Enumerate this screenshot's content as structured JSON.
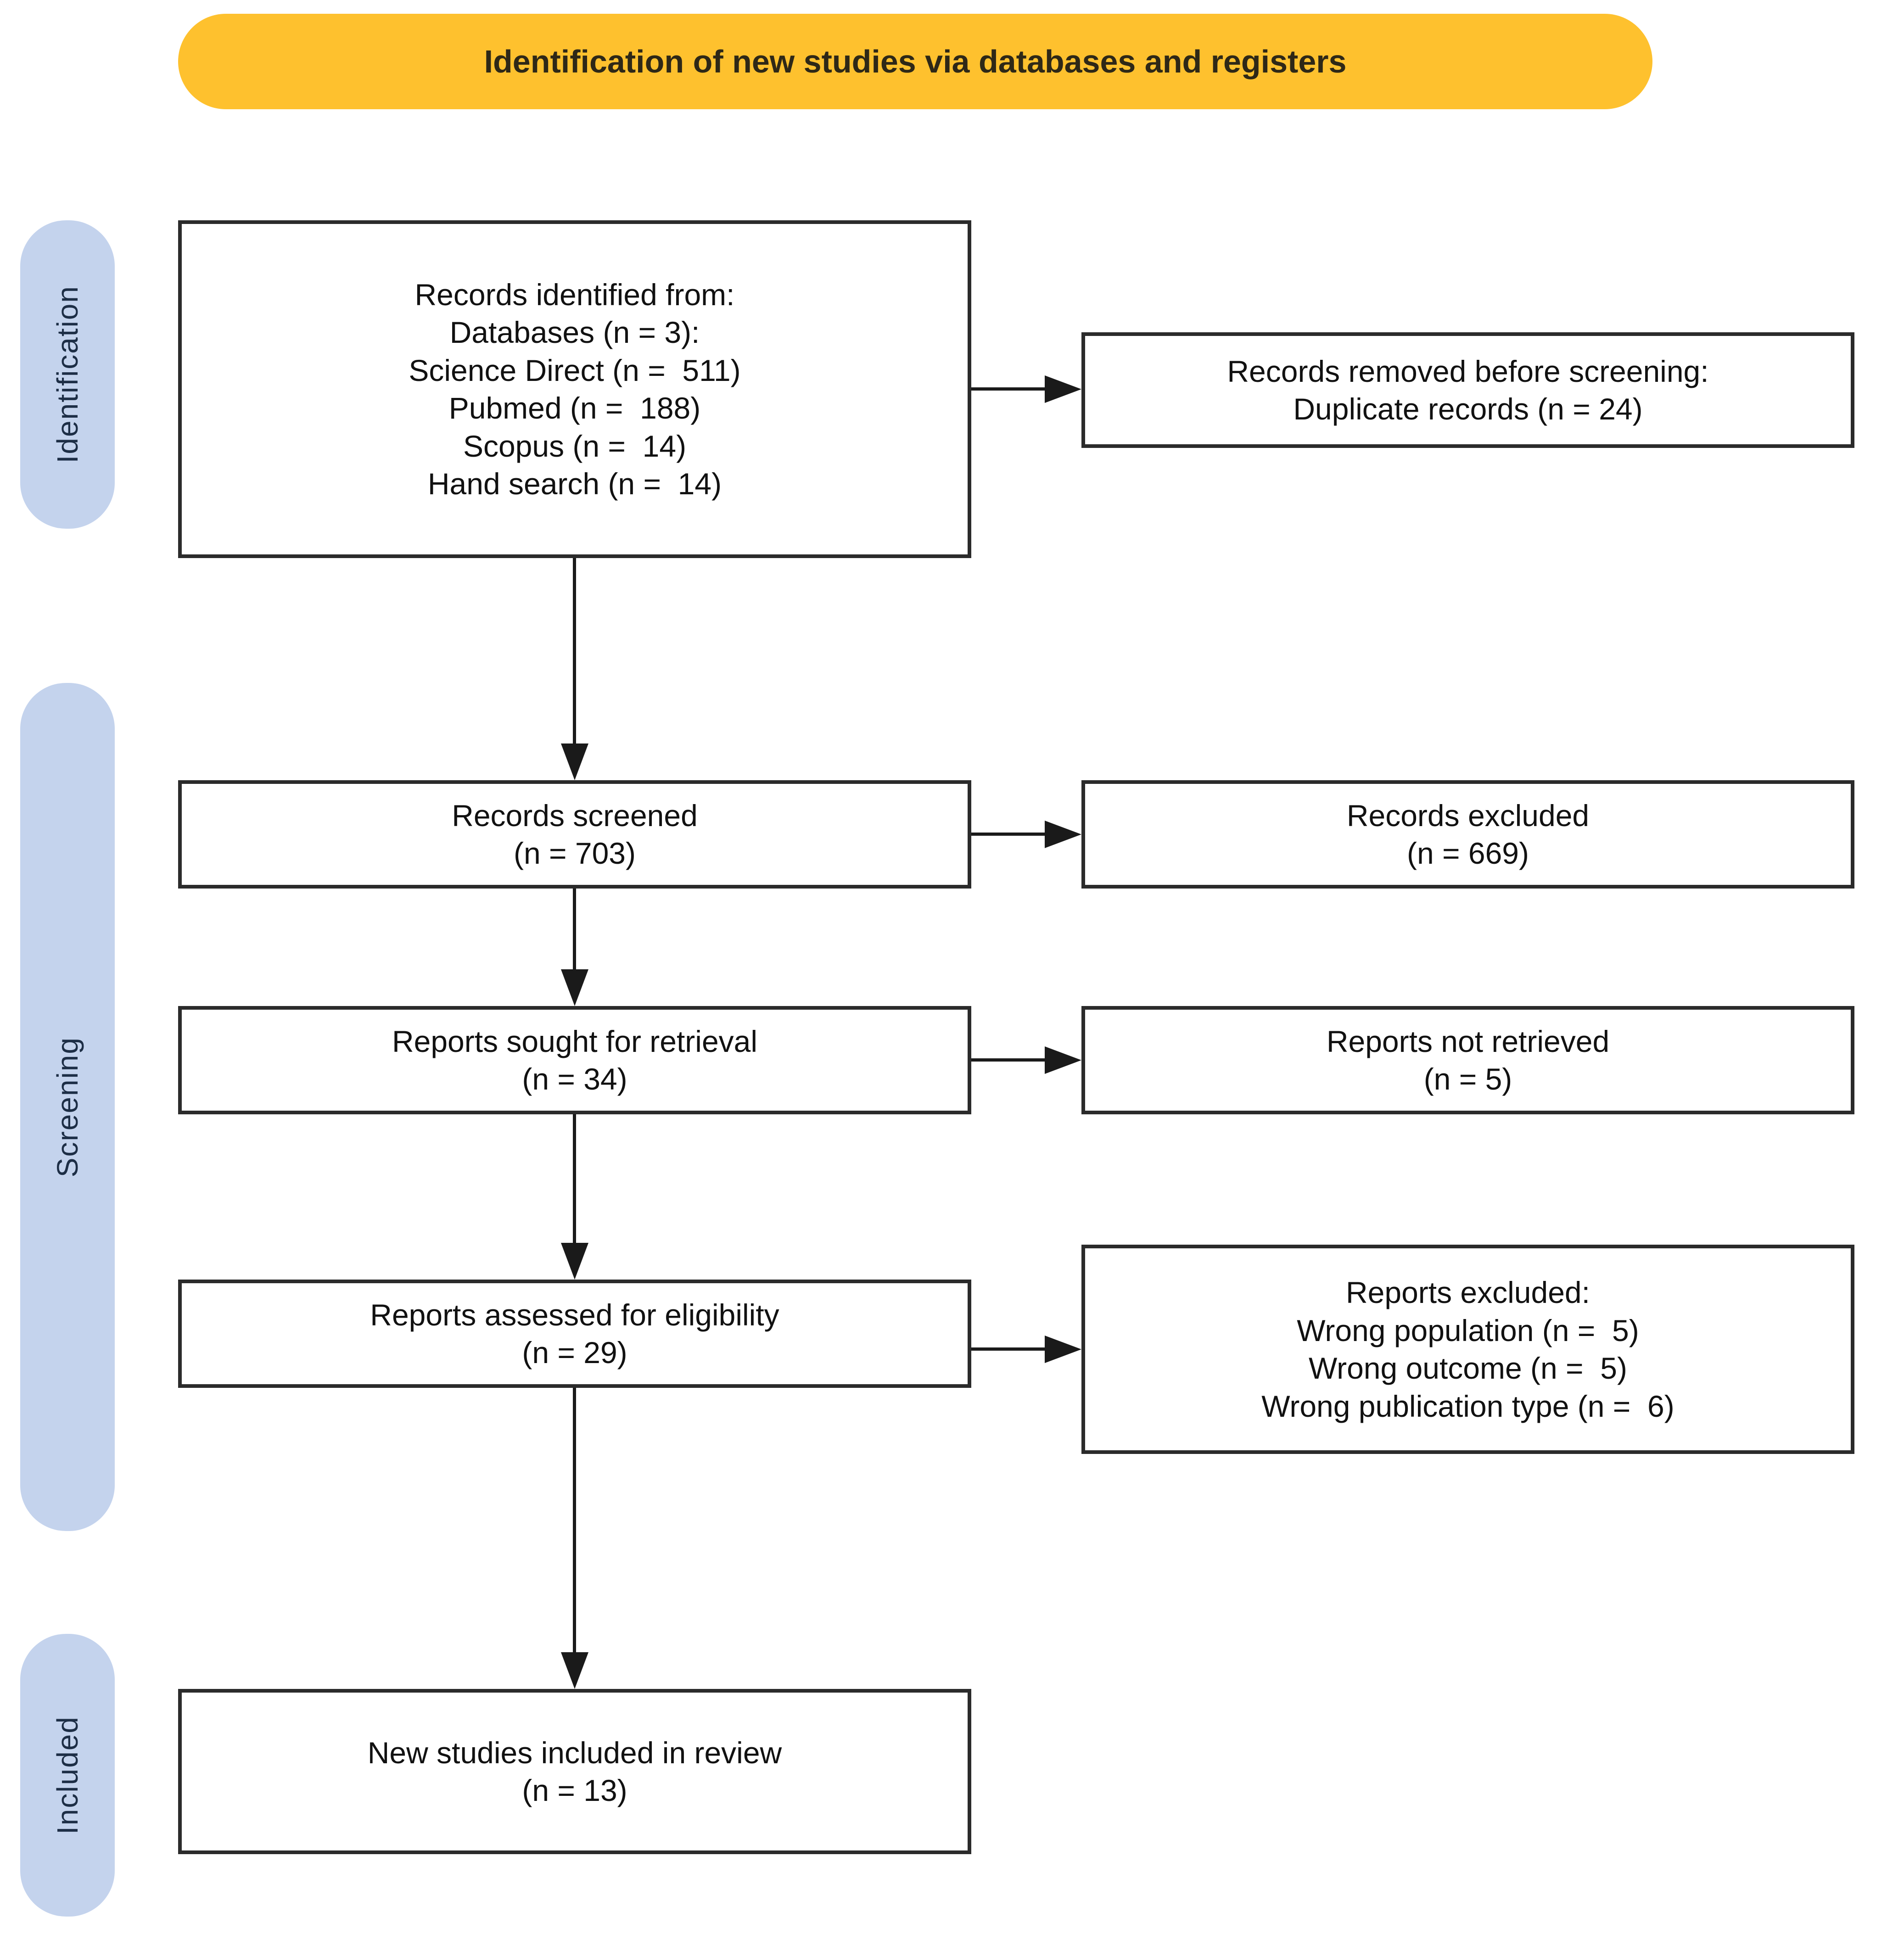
{
  "banner": {
    "title": "Identification of new studies via databases and registers"
  },
  "stages": [
    {
      "label": "Identification"
    },
    {
      "label": "Screening"
    },
    {
      "label": "Included"
    }
  ],
  "boxes": {
    "records_identified": "Records identified from:\nDatabases (n = 3):\nScience Direct (n =  511)\nPubmed (n =  188)\nScopus (n =  14)\nHand search (n =  14)",
    "records_removed": "Records removed before screening:\nDuplicate records (n = 24)",
    "records_screened": "Records screened\n(n = 703)",
    "records_excluded": "Records excluded\n(n = 669)",
    "reports_sought": "Reports sought for retrieval\n(n = 34)",
    "reports_not_retrieved": "Reports not retrieved\n(n = 5)",
    "reports_assessed": "Reports assessed for eligibility\n(n = 29)",
    "reports_excluded": "Reports excluded:\nWrong population (n =  5)\nWrong outcome (n =  5)\nWrong publication type (n =  6)",
    "new_studies_included": "New studies included in review\n(n = 13)"
  },
  "colors": {
    "banner_bg": "#FEC12E",
    "stage_pill_bg": "#C4D3ED",
    "stage_text": "#1d2e46",
    "box_border": "#2b2b2b",
    "arrow": "#1a1a1a",
    "background": "#ffffff"
  }
}
